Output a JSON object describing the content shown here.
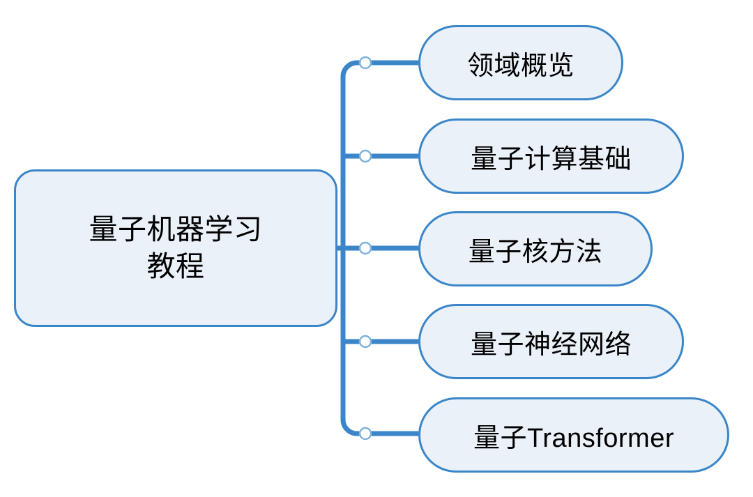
{
  "diagram": {
    "type": "mindmap",
    "title": "量子机器学习教程",
    "orientation": "left-root-right-children",
    "colors": {
      "node_fill": "#eaf1f9",
      "node_border": "#3a86c8",
      "connector": "#3a86c8",
      "marker_fill": "#ffffff",
      "marker_border": "#7fb3dd",
      "text": "#000000",
      "background": "#ffffff"
    },
    "root": {
      "label": "量子机器学习教程",
      "line1": "量子机器学习",
      "line2": "教程"
    },
    "children": [
      {
        "label": "领域概览"
      },
      {
        "label": "量子计算基础"
      },
      {
        "label": "量子核方法"
      },
      {
        "label": "量子神经网络"
      },
      {
        "label": "量子Transformer"
      }
    ]
  }
}
